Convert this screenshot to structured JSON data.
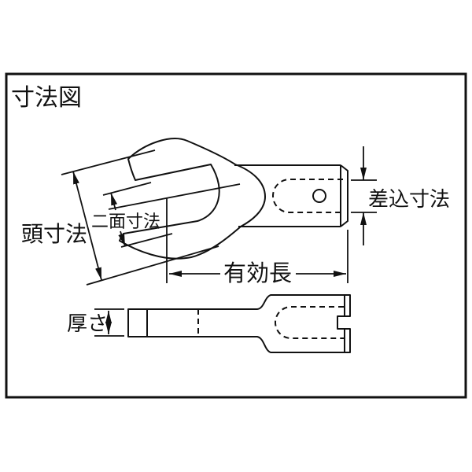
{
  "title": "寸法図",
  "labels": {
    "head_dim": "頭寸法",
    "flats_dim": "二面寸法",
    "insert_dim": "差込寸法",
    "effective_length": "有効長",
    "thickness": "厚さ"
  },
  "colors": {
    "line": "#111111",
    "background": "#ffffff"
  }
}
